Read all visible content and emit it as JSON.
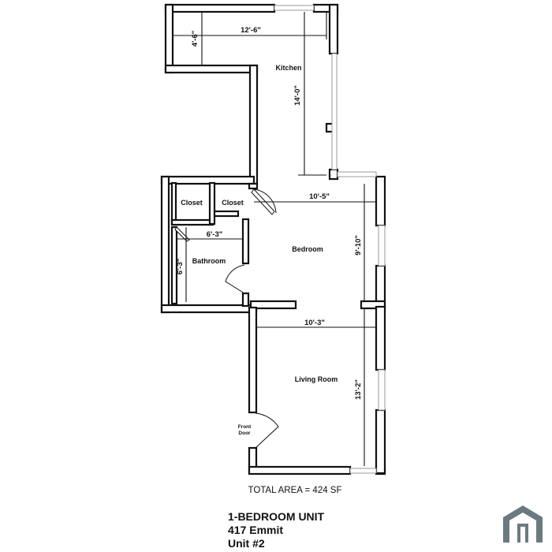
{
  "rooms": {
    "kitchen": "Kitchen",
    "closet_1": "Closet",
    "closet_2": "Closet",
    "bathroom": "Bathroom",
    "bedroom": "Bedroom",
    "living_room": "Living Room",
    "front_door_line1": "Front",
    "front_door_line2": "Door"
  },
  "dimensions": {
    "kitchen_width": "12'-6\"",
    "kitchen_depth": "4'-6\"",
    "kitchen_length": "14'-0\"",
    "bedroom_width": "10'-5\"",
    "bedroom_length": "9'-10\"",
    "bathroom_width": "6'-3\"",
    "bathroom_length": "6'-3\"",
    "living_width": "10'-3\"",
    "living_length": "13'-2\""
  },
  "summary": {
    "total_area": "TOTAL AREA = 424 SF"
  },
  "title": {
    "line1": "1-BEDROOM UNIT",
    "line2": "417 Emmit",
    "line3": "Unit #2"
  }
}
